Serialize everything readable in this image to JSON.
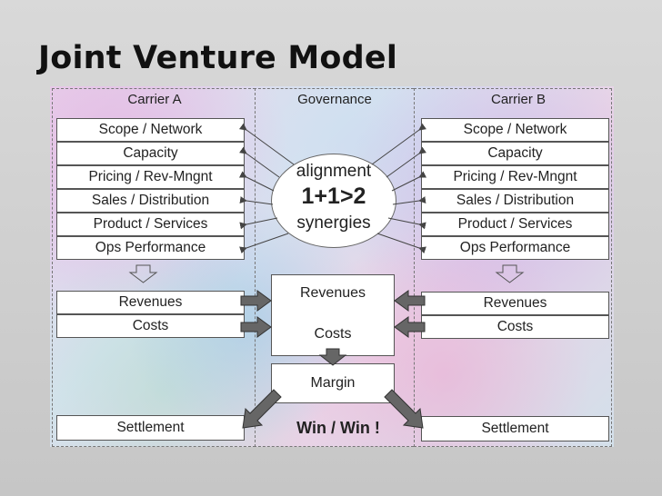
{
  "slide": {
    "title": "Joint Venture Model"
  },
  "diagram": {
    "carrier_a": {
      "heading": "Carrier A",
      "functions": [
        "Scope / Network",
        "Capacity",
        "Pricing / Rev-Mngnt",
        "Sales / Distribution",
        "Product / Services",
        "Ops Performance"
      ],
      "revenues": "Revenues",
      "costs": "Costs",
      "settlement": "Settlement"
    },
    "governance": {
      "heading": "Governance",
      "circle_line1": "alignment",
      "circle_line2": "1+1>2",
      "circle_line3": "synergies",
      "revenues": "Revenues",
      "costs": "Costs",
      "margin": "Margin",
      "win_win": "Win / Win !"
    },
    "carrier_b": {
      "heading": "Carrier B",
      "functions": [
        "Scope / Network",
        "Capacity",
        "Pricing / Rev-Mngnt",
        "Sales / Distribution",
        "Product / Services",
        "Ops Performance"
      ],
      "revenues": "Revenues",
      "costs": "Costs",
      "settlement": "Settlement"
    }
  }
}
